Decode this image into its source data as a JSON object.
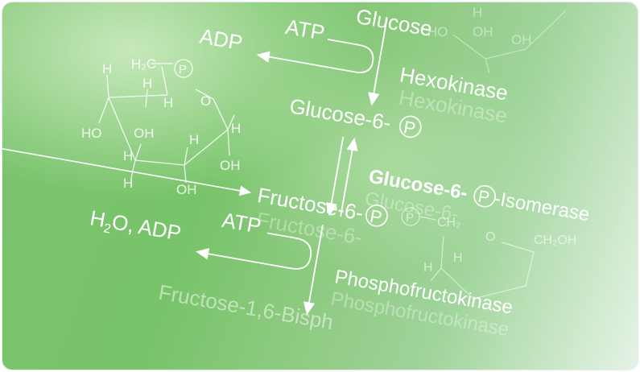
{
  "pathway": {
    "top_substrate": "Glucose",
    "atp_1": "ATP",
    "adp_1": "ADP",
    "enzyme_1": "Hexokinase",
    "g6p": "Glucose-6-",
    "isomerase": "Glucose-6-",
    "isomerase_suffix": "-Isomerase",
    "f6p": "Fructose-6-",
    "atp_2": "ATP",
    "h2o_adp_pre": "H",
    "h2o_adp_sub": "2",
    "h2o_adp_post": "O, ADP",
    "enzyme_2": "Phosphofructokinase",
    "bottom_product": "Fructose-1,6-Bisph",
    "phosphate_symbol": "P"
  },
  "molecule_left": {
    "ch2": "H₂C",
    "h": "H",
    "o": "O",
    "ho": "HO",
    "oh": "OH"
  },
  "molecule_top": {
    "ho": "HO",
    "oh": "OH",
    "h": "H"
  },
  "molecule_right": {
    "ch2": "CH₂",
    "h": "H",
    "o": "O",
    "ch2oh": "CH₂OH"
  },
  "colors": {
    "background": "#7cc46e",
    "text": "#ffffff"
  }
}
